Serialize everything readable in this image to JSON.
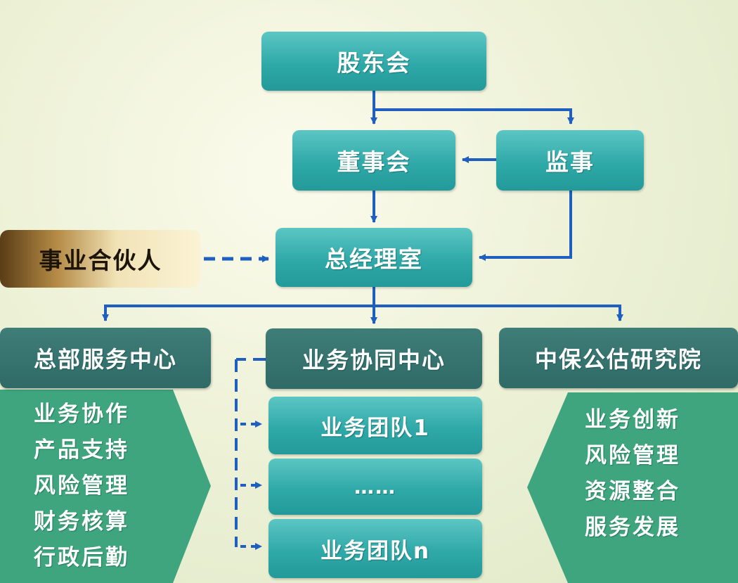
{
  "colors": {
    "node_teal": "#2fa9a8",
    "node_dark": "#2f6a66",
    "panel_green": "#3ea57e",
    "arrow_blue": "#1e5fbf",
    "partner_gold": "#b48a45",
    "background": "#eef2d8"
  },
  "nodes": {
    "shareholders": "股东会",
    "board": "董事会",
    "supervisor": "监事",
    "gm_office": "总经理室",
    "partner": "事业合伙人",
    "hq_service": "总部服务中心",
    "collab_center": "业务协同中心",
    "research": "中保公估研究院",
    "team1": "业务团队1",
    "team_ellipsis": "……",
    "team_n": "业务团队n"
  },
  "left_panel": [
    "业务协作",
    "产品支持",
    "风险管理",
    "财务核算",
    "行政后勤"
  ],
  "right_panel": [
    "业务创新",
    "风险管理",
    "资源整合",
    "服务发展"
  ]
}
